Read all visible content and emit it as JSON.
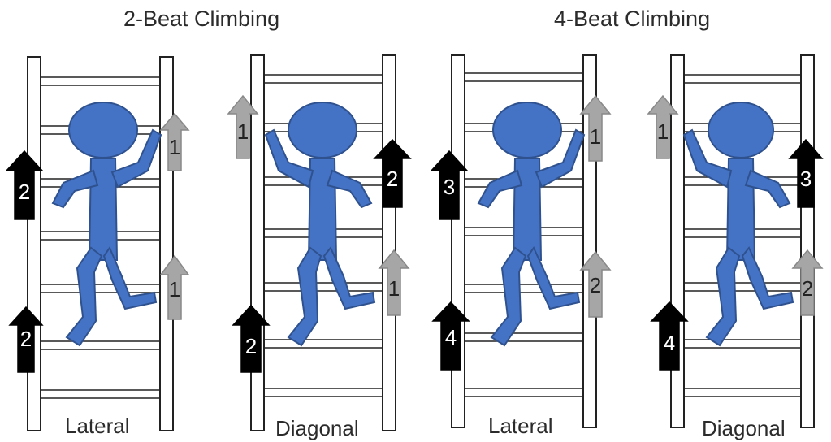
{
  "headings": {
    "two_beat": "2-Beat Climbing",
    "four_beat": "4-Beat Climbing"
  },
  "colors": {
    "body": "#4472C4",
    "body_stroke": "#2F528F",
    "arrow_gray": "#A6A6A6",
    "arrow_black": "#000000",
    "ladder": "#222222"
  },
  "panels": [
    {
      "caption": "Lateral",
      "arrows": [
        {
          "label": "1",
          "color": "gray"
        },
        {
          "label": "2",
          "color": "black"
        },
        {
          "label": "1",
          "color": "gray"
        },
        {
          "label": "2",
          "color": "black"
        }
      ]
    },
    {
      "caption": "Diagonal",
      "arrows": [
        {
          "label": "1",
          "color": "gray"
        },
        {
          "label": "2",
          "color": "black"
        },
        {
          "label": "1",
          "color": "gray"
        },
        {
          "label": "2",
          "color": "black"
        }
      ]
    },
    {
      "caption": "Lateral",
      "arrows": [
        {
          "label": "1",
          "color": "gray"
        },
        {
          "label": "3",
          "color": "black"
        },
        {
          "label": "2",
          "color": "gray"
        },
        {
          "label": "4",
          "color": "black"
        }
      ]
    },
    {
      "caption": "Diagonal",
      "arrows": [
        {
          "label": "1",
          "color": "gray"
        },
        {
          "label": "3",
          "color": "black"
        },
        {
          "label": "2",
          "color": "gray"
        },
        {
          "label": "4",
          "color": "black"
        }
      ]
    }
  ]
}
